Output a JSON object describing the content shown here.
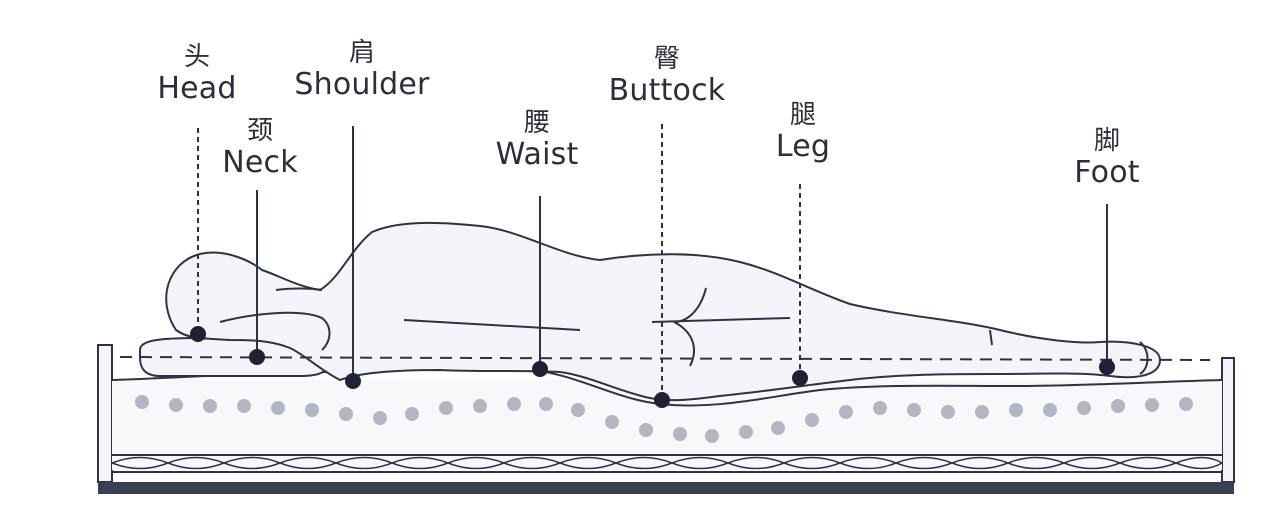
{
  "colors": {
    "outline": "#2e3344",
    "fill": "#f4f5fa",
    "marker": "#1e2233",
    "text": "#2b2f3a"
  },
  "labels": {
    "head": {
      "zh": "头",
      "en": "Head"
    },
    "neck": {
      "zh": "颈",
      "en": "Neck"
    },
    "shoulder": {
      "zh": "肩",
      "en": "Shoulder"
    },
    "waist": {
      "zh": "腰",
      "en": "Waist"
    },
    "buttock": {
      "zh": "臀",
      "en": "Buttock"
    },
    "leg": {
      "zh": "腿",
      "en": "Leg"
    },
    "foot": {
      "zh": "脚",
      "en": "Foot"
    }
  }
}
